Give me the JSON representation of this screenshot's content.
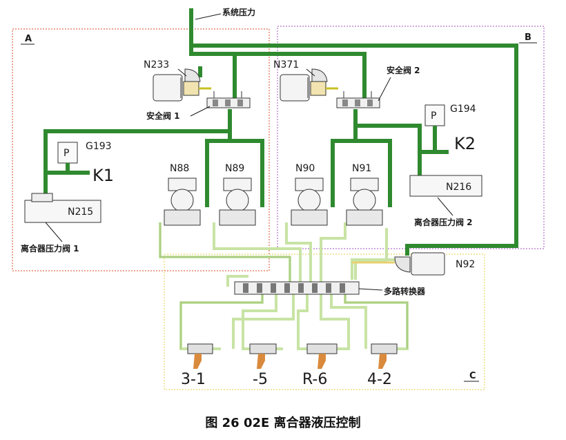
{
  "labels": {
    "system_pressure": "系统压力",
    "zone_a": "A",
    "zone_b": "B",
    "zone_c": "C",
    "n233": "N233",
    "n371": "N371",
    "safety_valve_1": "安全阀 1",
    "safety_valve_2": "安全阀 2",
    "g193": "G193",
    "g194": "G194",
    "p1": "P",
    "p2": "P",
    "k1": "K1",
    "k2": "K2",
    "n215": "N215",
    "n216": "N216",
    "n88": "N88",
    "n89": "N89",
    "n90": "N90",
    "n91": "N91",
    "n92": "N92",
    "clutch_valve_1": "离合器压力阀 1",
    "clutch_valve_2": "离合器压力阀 2",
    "multiplexer": "多路转换器",
    "gear_31": "3-1",
    "gear_5": "-5",
    "gear_r6": "R-6",
    "gear_42": "4-2"
  },
  "caption": "图 26  02E 离合器液压控制",
  "colors": {
    "main_line": "#2f8a2f",
    "light_line": "#c8e3a4",
    "zone_a_border": "#e06a4a",
    "zone_b_border": "#b070c8",
    "zone_c_border": "#e8d86a",
    "piston": "#d98a3c"
  }
}
